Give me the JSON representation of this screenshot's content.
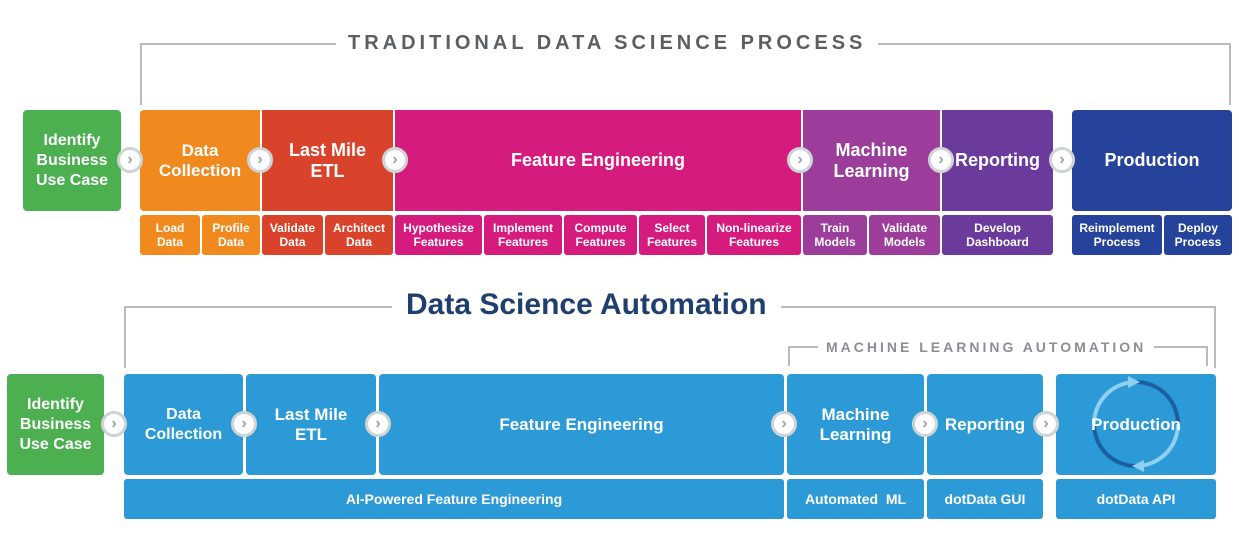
{
  "traditional": {
    "title": "TRADITIONAL DATA SCIENCE PROCESS",
    "identify": "Identify\nBusiness\nUse Case",
    "stages": {
      "data_collection": "Data\nCollection",
      "last_mile_etl": "Last Mile\nETL",
      "feature_engineering": "Feature Engineering",
      "machine_learning": "Machine\nLearning",
      "reporting": "Reporting",
      "production": "Production"
    },
    "substeps": {
      "load_data": "Load\nData",
      "profile_data": "Profile\nData",
      "validate_data": "Validate\nData",
      "architect_data": "Architect\nData",
      "hypothesize_features": "Hypothesize\nFeatures",
      "implement_features": "Implement\nFeatures",
      "compute_features": "Compute\nFeatures",
      "select_features": "Select\nFeatures",
      "nonlinearize_features": "Non-linearize\nFeatures",
      "train_models": "Train\nModels",
      "validate_models": "Validate\nModels",
      "develop_dashboard": "Develop\nDashboard",
      "reimplement_process": "Reimplement\nProcess",
      "deploy_process": "Deploy\nProcess"
    }
  },
  "automation": {
    "title": "Data Science Automation",
    "ml_automation_title": "MACHINE LEARNING AUTOMATION",
    "identify": "Identify\nBusiness\nUse Case",
    "stages": {
      "data_collection": "Data\nCollection",
      "last_mile_etl": "Last Mile\nETL",
      "feature_engineering": "Feature Engineering",
      "machine_learning": "Machine\nLearning",
      "reporting": "Reporting",
      "production": "Production"
    },
    "bars": {
      "ai_feature_engineering": "AI-Powered Feature Engineering",
      "automated_ml": "Automated  ML",
      "dotdata_gui": "dotData GUI",
      "dotdata_api": "dotData API"
    }
  },
  "icons": {
    "chevron": "›"
  },
  "colors": {
    "green": "#4caf50",
    "orange": "#f0891e",
    "red": "#d9432b",
    "magenta": "#d51b7e",
    "purple": "#9c3d9b",
    "violet": "#6a3a9c",
    "navy": "#26439c",
    "blue": "#2b9ad6",
    "title_navy": "#1f3f6e"
  }
}
